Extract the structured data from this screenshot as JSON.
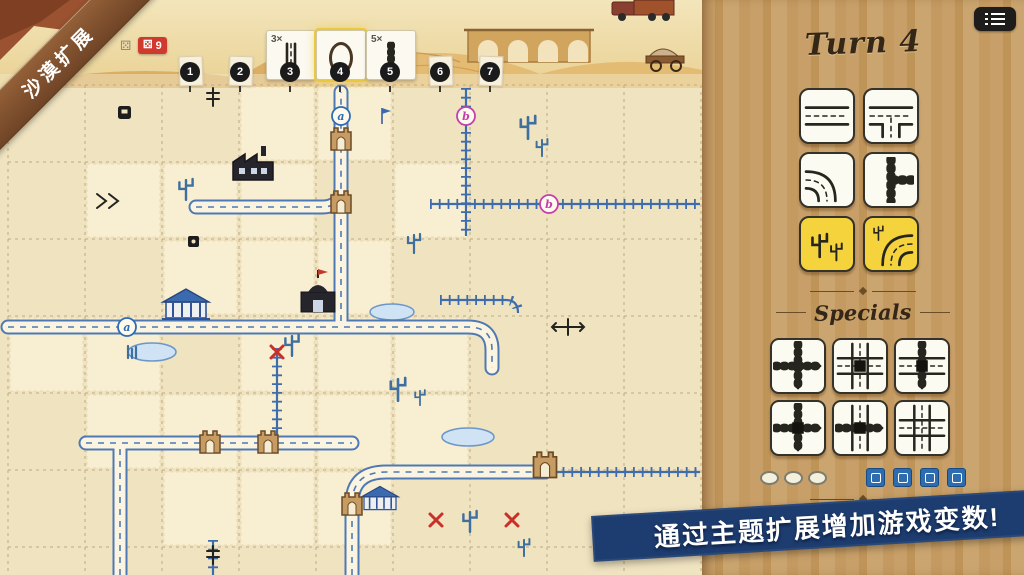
{
  "ribbon": {
    "label": "沙漠扩展"
  },
  "tracker": {
    "badge": {
      "count": "9",
      "die_icon": "⚄"
    },
    "rounds": [
      "1",
      "2",
      "3",
      "4",
      "5",
      "6",
      "7"
    ],
    "current_round": "4",
    "cards": [
      {
        "label": "3×",
        "icon": "road"
      },
      {
        "label": "",
        "icon": "canteen-oval"
      },
      {
        "label": "5×",
        "icon": "rail"
      }
    ]
  },
  "board": {
    "exits": [
      {
        "label": "a",
        "color": "#2f6cb3"
      },
      {
        "label": "b",
        "color": "#c43fae"
      },
      {
        "label": "b",
        "color": "#c43fae"
      },
      {
        "label": "a",
        "color": "#2f6cb3"
      }
    ]
  },
  "side_panel": {
    "turn_label": "Turn 4",
    "dice": [
      {
        "face": "road-straight",
        "color": "white"
      },
      {
        "face": "road-tee",
        "color": "white"
      },
      {
        "face": "road-curve",
        "color": "white"
      },
      {
        "face": "rail-tee",
        "color": "white"
      },
      {
        "face": "cactus-pair",
        "color": "yellow"
      },
      {
        "face": "road-curve-cactus",
        "color": "yellow"
      }
    ],
    "specials_label": "Specials",
    "specials": [
      {
        "h": "rail",
        "v": "rail",
        "marker": false
      },
      {
        "h": "road",
        "v": "road",
        "marker": true
      },
      {
        "h": "road",
        "v": "rail",
        "marker": true
      },
      {
        "h": "rail",
        "v": "rail",
        "marker": true
      },
      {
        "h": "rail",
        "v": "road",
        "marker": true
      },
      {
        "h": "road",
        "v": "road",
        "marker": false
      }
    ],
    "tokens": {
      "ovals": 3,
      "squares": 4
    }
  },
  "banner": {
    "label": "通过主题扩展增加游戏变数!"
  },
  "colors": {
    "accent_yellow": "#f5d33c",
    "ink_blue": "#4e79b4",
    "banner_navy": "#1d3d70",
    "badge_red": "#d03a2e",
    "wood": "#c49a63"
  }
}
